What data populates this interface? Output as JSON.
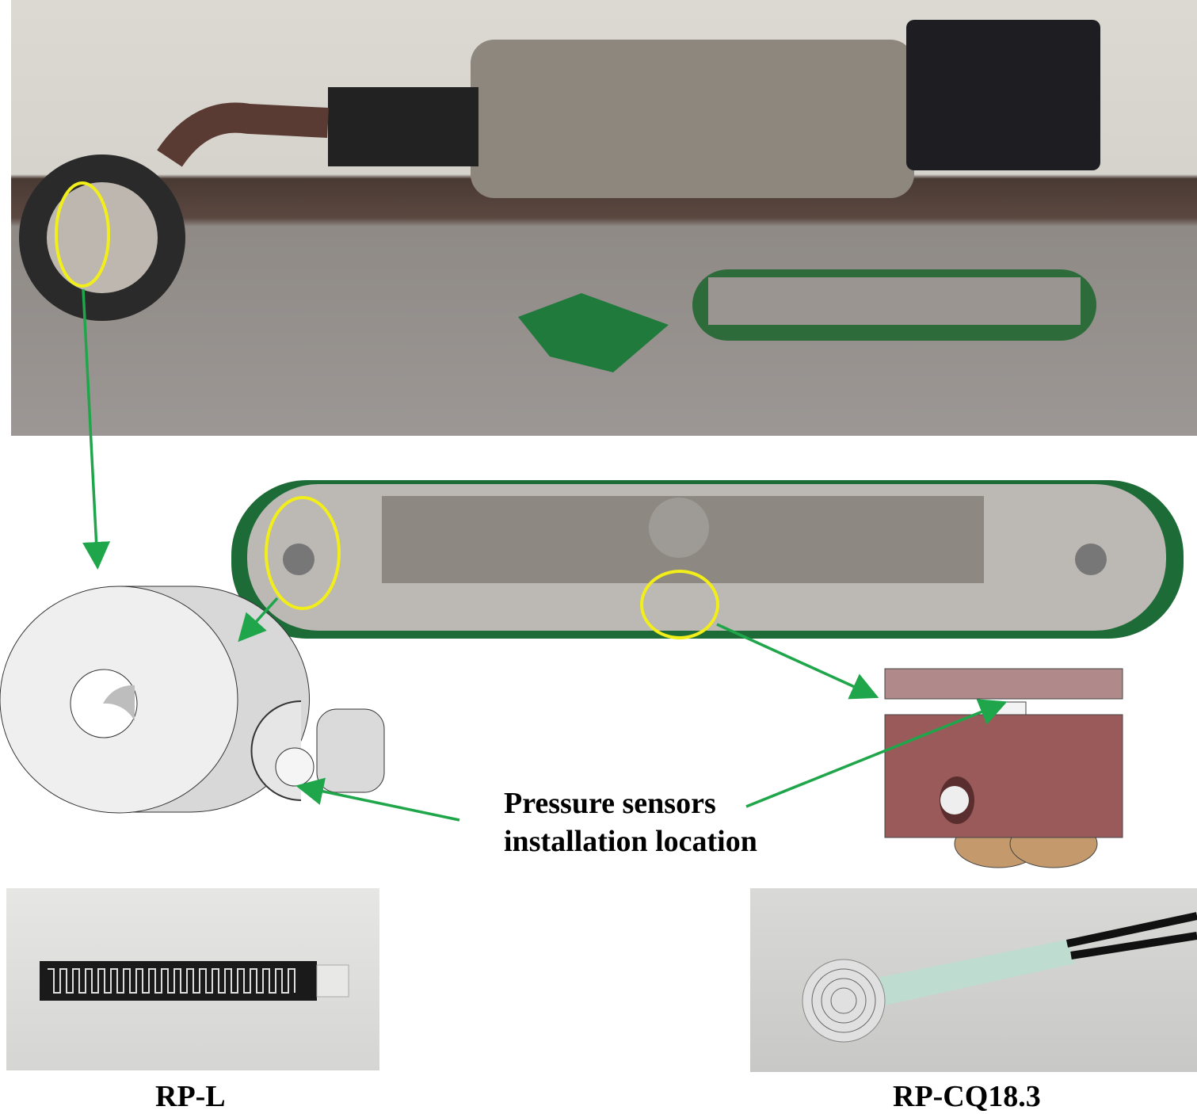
{
  "annotation": {
    "line1": "Pressure sensors",
    "line2": "installation location"
  },
  "captions": {
    "left": "RP-L",
    "right": "RP-CQ18.3"
  },
  "colors": {
    "arrow": "#1fa64a",
    "highlight": "#f2ee1a",
    "sensor_block": "#9a5a5a"
  }
}
